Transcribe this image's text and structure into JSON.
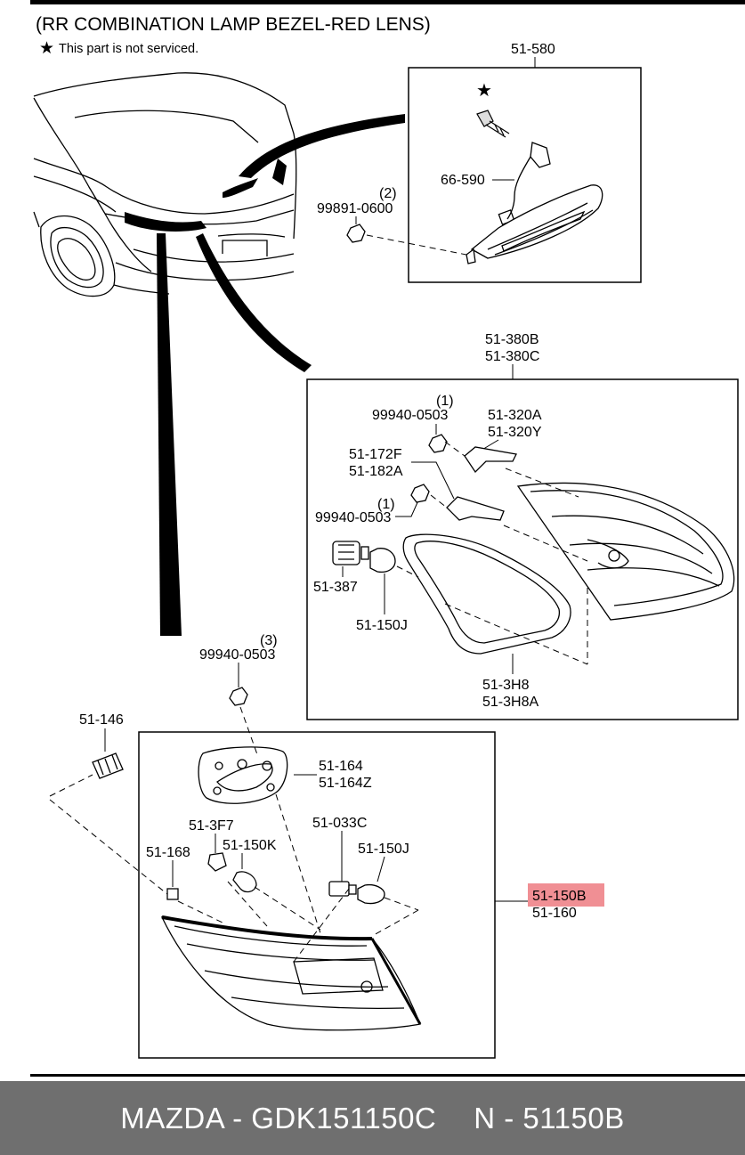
{
  "diagram": {
    "title": "(RR COMBINATION LAMP BEZEL-RED LENS)",
    "note_symbol": "★",
    "note": "This part is not serviced.",
    "callouts": {
      "high_mount_assy": "51-580",
      "star": "★",
      "harness": "66-590",
      "nut_top_qty": "(2)",
      "nut_top_pn": "99891-0600",
      "inner_assy_1": "51-380B",
      "inner_assy_2": "51-380C",
      "nut_a_qty": "(1)",
      "nut_a_pn": "99940-0503",
      "bracket_1": "51-320A",
      "bracket_2": "51-320Y",
      "bracket_b_1": "51-172F",
      "bracket_b_2": "51-182A",
      "nut_b_qty": "(1)",
      "nut_b_pn": "99940-0503",
      "socket_inner": "51-387",
      "bulb_inner": "51-150J",
      "gasket_inner_1": "51-3H8",
      "gasket_inner_2": "51-3H8A",
      "nut_c_qty": "(3)",
      "nut_c_pn": "99940-0503",
      "socket_146": "51-146",
      "gasket_outer_1": "51-164",
      "gasket_outer_2": "51-164Z",
      "socket_3f7": "51-3F7",
      "bulb_150k": "51-150K",
      "socket_033c": "51-033C",
      "bulb_150j": "51-150J",
      "clip_168": "51-168",
      "outer_assy_highlighted": "51-150B",
      "outer_assy_2": "51-160"
    },
    "highlight_color": "#f08f94"
  },
  "footer": {
    "brand_part": "MAZDA - GDK151150C",
    "oem_part": "N - 51150B"
  }
}
